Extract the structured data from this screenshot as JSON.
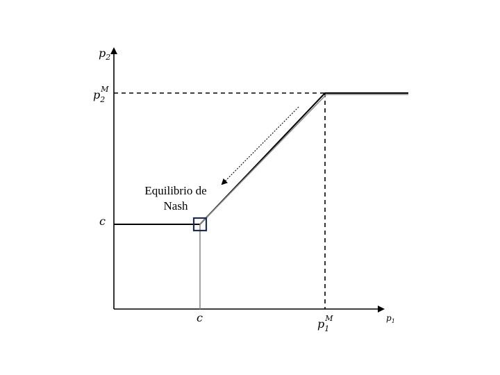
{
  "axes": {
    "y_label": {
      "base": "p",
      "sub": "2"
    },
    "x_label": {
      "base": "p",
      "sub": "1"
    }
  },
  "ticks": {
    "y_top": {
      "base": "p",
      "sub": "2",
      "sup": "M"
    },
    "y_c": "c",
    "x_c": "c",
    "x_right": {
      "base": "p",
      "sub": "1",
      "sup": "M"
    }
  },
  "annotation": {
    "line1": "Equilibrio de",
    "line2": "Nash"
  },
  "colors": {
    "axis": "#000000",
    "reaction_black": "#000000",
    "reaction_gray": "#8a8a8a",
    "equilibrium_box": "#1f2d4d"
  }
}
